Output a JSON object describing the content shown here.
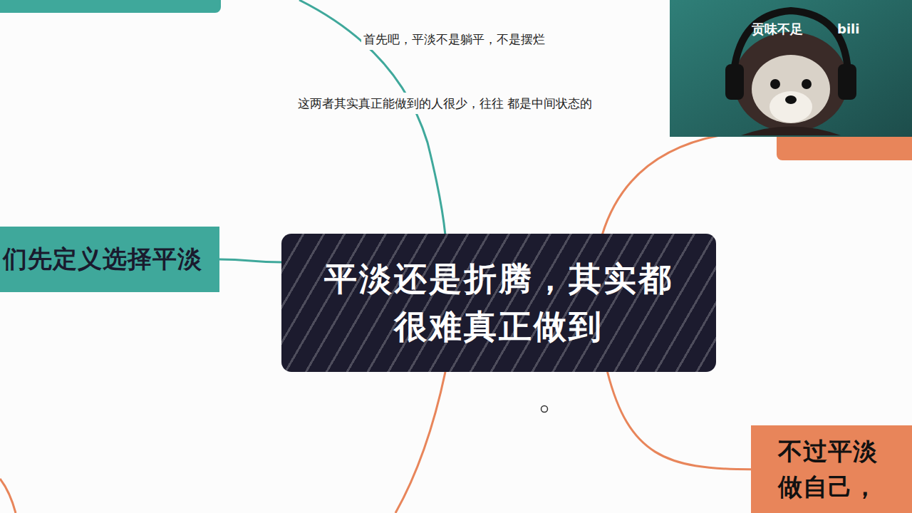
{
  "diagram": {
    "nodes": [
      {
        "text": [
          "平淡还是折腾，其实都很难真正做到"
        ]
      },
      {
        "text": [
          "们先定义选择平淡"
        ]
      },
      {
        "text": [
          "不过平淡 做自己，"
        ]
      }
    ],
    "edges": [
      {
        "from": 0,
        "to": 1,
        "arrow": "none"
      },
      {
        "from": 0,
        "to": 2,
        "arrow": "none"
      }
    ],
    "labels": [
      "首先吧，平淡不是躺平，不是摆烂",
      "这两者其实真正能做到的人很少，往往 都是中间状态的",
      "贡味不足",
      "bili"
    ]
  }
}
